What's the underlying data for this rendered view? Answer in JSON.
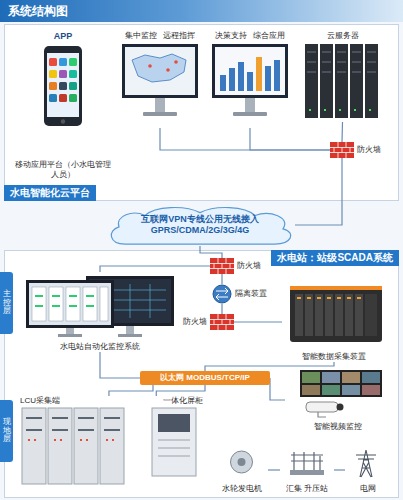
{
  "diagram": {
    "title": "系统结构图",
    "nodes": [
      {
        "text": [
          "水电智能化云平台"
        ]
      },
      {
        "text": [
          "APP",
          "移动应用平台（小水电管理人员）"
        ],
        "in": 0
      },
      {
        "text": [
          "集中监控",
          "远程指挥"
        ],
        "in": 0
      },
      {
        "text": [
          "决策支持",
          "综合应用"
        ],
        "in": 0
      },
      {
        "text": [
          "云服务器"
        ],
        "in": 0
      },
      {
        "text": [
          "防火墙"
        ],
        "in": 0
      },
      {
        "text": [
          "互联网VPN专线公用无线接入",
          "GPRS/CDMA/2G/3G/4G"
        ]
      },
      {
        "text": [
          "水电站：站级SCADA系统"
        ]
      },
      {
        "text": [
          "主控层"
        ],
        "in": 7
      },
      {
        "text": [
          "现地层"
        ],
        "in": 7
      },
      {
        "text": [
          "防火墙"
        ],
        "in": 7
      },
      {
        "text": [
          "隔离装置"
        ],
        "in": 7
      },
      {
        "text": [
          "防火墙"
        ],
        "in": 7
      },
      {
        "text": [
          "水电站自动化监控系统"
        ],
        "in": 7
      },
      {
        "text": [
          "智能数据采集装置"
        ],
        "in": 7
      },
      {
        "text": [
          "以太网 MODBUS/TCP/IP"
        ],
        "in": 7
      },
      {
        "text": [
          "LCU采集端"
        ],
        "in": 7
      },
      {
        "text": [
          "一体化屏柜"
        ],
        "in": 7
      },
      {
        "text": [
          "智能视频监控"
        ],
        "in": 7
      },
      {
        "text": [
          "水轮发电机"
        ],
        "in": 7
      },
      {
        "text": [
          "汇集 升压站"
        ],
        "in": 7
      },
      {
        "text": [
          "电网"
        ],
        "in": 7
      }
    ],
    "edges": [
      {
        "from": 2,
        "to": 5,
        "arrow": "none"
      },
      {
        "from": 3,
        "to": 5,
        "arrow": "none"
      },
      {
        "from": 4,
        "to": 5,
        "arrow": "none"
      },
      {
        "from": 5,
        "to": 6,
        "arrow": "none"
      },
      {
        "from": 6,
        "to": 10,
        "arrow": "none"
      },
      {
        "from": 13,
        "to": 10,
        "arrow": "none"
      },
      {
        "from": 10,
        "to": 11,
        "arrow": "none"
      },
      {
        "from": 11,
        "to": 12,
        "arrow": "none"
      },
      {
        "from": 12,
        "to": 14,
        "arrow": "none"
      },
      {
        "from": 13,
        "to": 15,
        "arrow": "none"
      },
      {
        "from": 14,
        "to": 15,
        "arrow": "none"
      },
      {
        "from": 15,
        "to": 16,
        "arrow": "none"
      },
      {
        "from": 15,
        "to": 17,
        "arrow": "none"
      },
      {
        "from": 15,
        "to": 18,
        "arrow": "none"
      },
      {
        "from": 19,
        "to": 20,
        "arrow": "none"
      },
      {
        "from": 20,
        "to": 21,
        "arrow": "none"
      }
    ]
  }
}
